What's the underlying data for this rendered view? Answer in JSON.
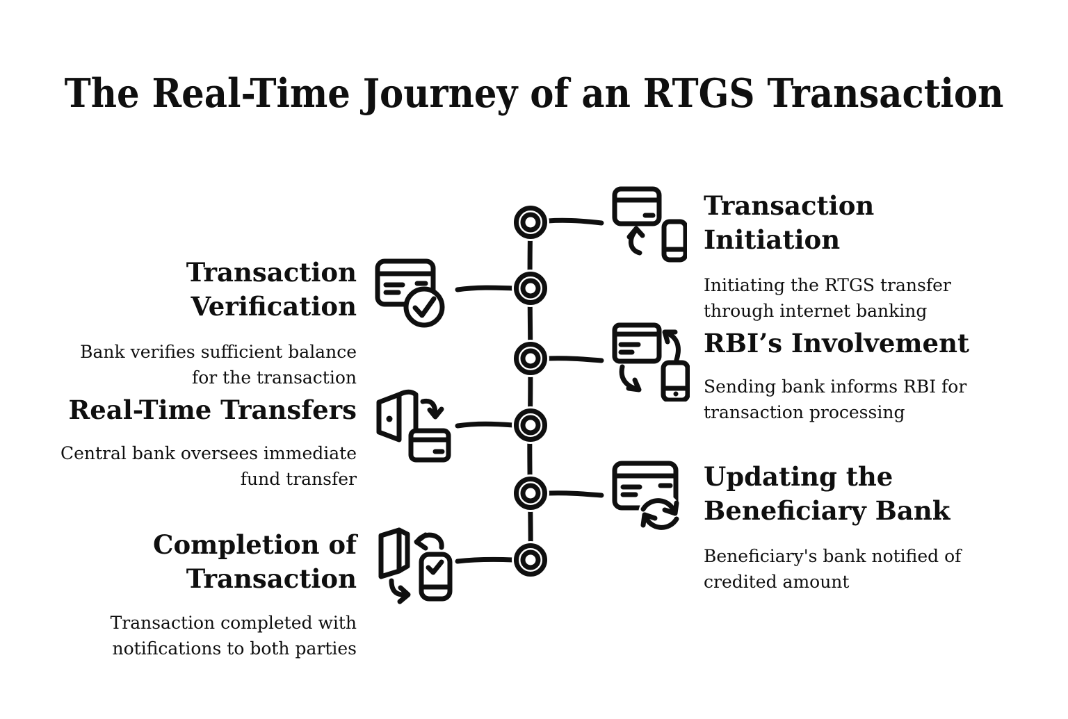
{
  "title": "The Real-Time Journey of an RTGS Transaction",
  "colors": {
    "ink": "#0f0f0f",
    "background": "#ffffff"
  },
  "timeline": {
    "node_count": 6,
    "style": "bullseye-nodes-vertical"
  },
  "steps": [
    {
      "name": "transaction-initiation",
      "side": "right",
      "icon": "card-arrow-up-phone-icon",
      "heading_lines": [
        "Transaction",
        "Initiation"
      ],
      "body_lines": [
        "Initiating the RTGS transfer",
        "through internet banking"
      ]
    },
    {
      "name": "transaction-verification",
      "side": "left",
      "icon": "card-check-icon",
      "heading_lines": [
        "Transaction",
        "Verification"
      ],
      "body_lines": [
        "Bank verifies sufficient balance",
        "for the transaction"
      ]
    },
    {
      "name": "rbi-involvement",
      "side": "right",
      "icon": "card-phone-exchange-icon",
      "heading_lines": [
        "RBI’s Involvement"
      ],
      "body_lines": [
        "Sending bank informs RBI for",
        "transaction processing"
      ]
    },
    {
      "name": "real-time-transfers",
      "side": "left",
      "icon": "door-arrow-card-icon",
      "heading_lines": [
        "Real-Time Transfers"
      ],
      "body_lines": [
        "Central bank oversees immediate",
        "fund transfer"
      ]
    },
    {
      "name": "updating-beneficiary-bank",
      "side": "right",
      "icon": "card-refresh-icon",
      "heading_lines": [
        "Updating the",
        "Beneficiary Bank"
      ],
      "body_lines": [
        "Beneficiary's bank notified of",
        "credited amount"
      ]
    },
    {
      "name": "completion-of-transaction",
      "side": "left",
      "icon": "door-phone-check-exchange-icon",
      "heading_lines": [
        "Completion of",
        "Transaction"
      ],
      "body_lines": [
        "Transaction completed with",
        "notifications to both parties"
      ]
    }
  ]
}
